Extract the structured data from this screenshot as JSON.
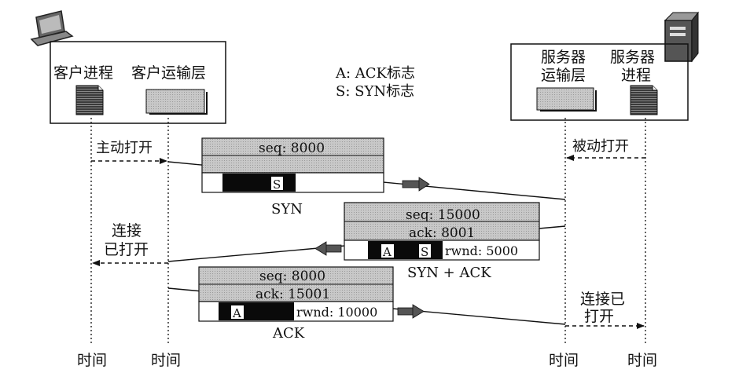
{
  "legend": {
    "ack": "A: ACK标志",
    "syn": "S: SYN标志"
  },
  "client": {
    "process_label": "客户进程",
    "transport_label": "客户运输层",
    "time_label_process": "时间",
    "time_label_transport": "时间",
    "computer_icon": "laptop-icon",
    "document_icon": "document-icon",
    "buffer_icon": "buffer-icon"
  },
  "server": {
    "transport_label_line1": "服务器",
    "transport_label_line2": "运输层",
    "process_label_line1": "服务器",
    "process_label_line2": "进程",
    "time_label_transport": "时间",
    "time_label_process": "时间",
    "computer_icon": "server-tower-icon",
    "document_icon": "document-icon",
    "buffer_icon": "buffer-icon"
  },
  "events": {
    "active_open": "主动打开",
    "passive_open": "被动打开",
    "client_connected_line1": "连接",
    "client_connected_line2": "已打开",
    "server_connected_line1": "连接已",
    "server_connected_line2": "打开"
  },
  "segments": [
    {
      "name": "SYN",
      "seq": "seq: 8000",
      "ack": "",
      "flags": [
        "S"
      ],
      "rwnd": ""
    },
    {
      "name": "SYN + ACK",
      "seq": "seq: 15000",
      "ack": "ack: 8001",
      "flags": [
        "A",
        "S"
      ],
      "rwnd": "rwnd: 5000"
    },
    {
      "name": "ACK",
      "seq": "seq: 8000",
      "ack": "ack: 15001",
      "flags": [
        "A"
      ],
      "rwnd": "rwnd: 10000"
    }
  ],
  "colors": {
    "segment_header": "#b4b4b4",
    "flag_bar": "#0a0a0a",
    "line": "#111111",
    "direction_arrow": "#555555"
  }
}
